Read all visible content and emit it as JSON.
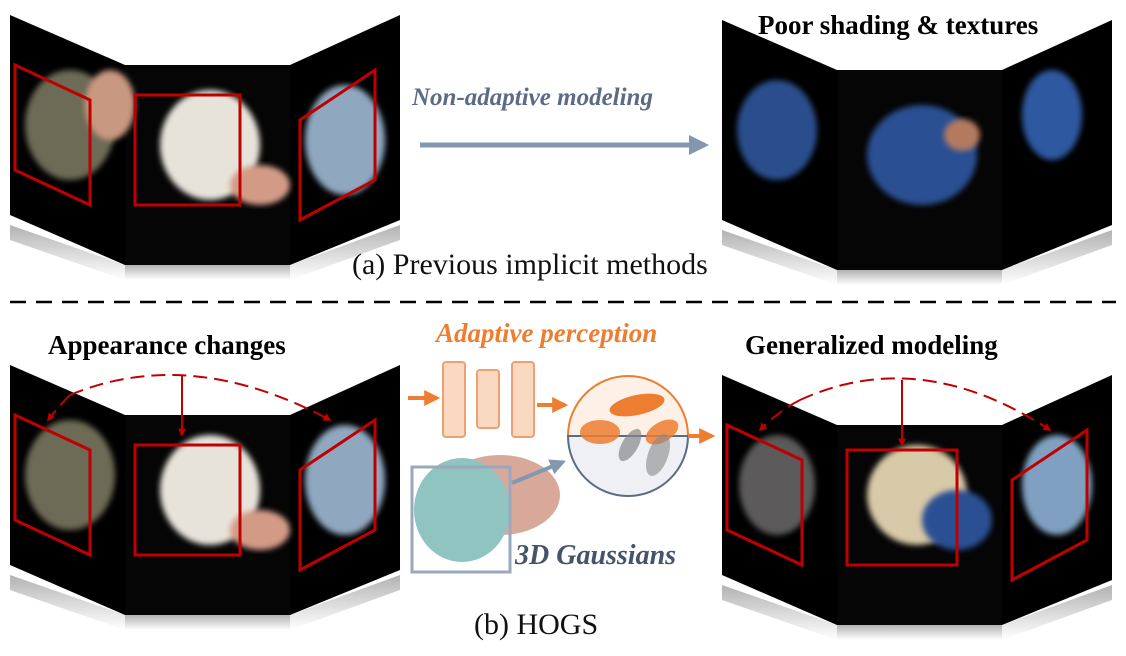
{
  "top": {
    "arrow_label": "Non-adaptive modeling",
    "result_label": "Poor shading & textures",
    "caption": "(a) Previous implicit methods"
  },
  "bottom": {
    "input_label": "Appearance changes",
    "module_label": "Adaptive perception",
    "gaussians_label": "3D Gaussians",
    "result_label": "Generalized modeling",
    "caption": "(b) HOGS"
  },
  "colors": {
    "orange": "#ed7d31",
    "slate": "#5b6b86",
    "red": "#c00000",
    "arrow": "#8497b0"
  }
}
